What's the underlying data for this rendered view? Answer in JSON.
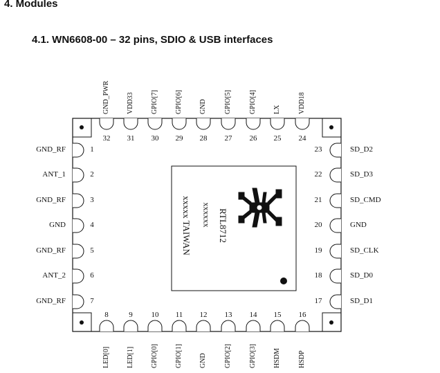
{
  "headings": {
    "section": "4.  Modules",
    "subsection": "4.1.  WN6608-00 – 32 pins, SDIO & USB interfaces"
  },
  "top_pins": [
    {
      "num": "32",
      "name": "GND_PWR"
    },
    {
      "num": "31",
      "name": "VDD33"
    },
    {
      "num": "30",
      "name": "GPIO[7]"
    },
    {
      "num": "29",
      "name": "GPIO[6]"
    },
    {
      "num": "28",
      "name": "GND"
    },
    {
      "num": "27",
      "name": "GPIO[5]"
    },
    {
      "num": "26",
      "name": "GPIO[4]"
    },
    {
      "num": "25",
      "name": "LX"
    },
    {
      "num": "24",
      "name": "VDD18"
    }
  ],
  "left_pins": [
    {
      "num": "1",
      "name": "GND_RF"
    },
    {
      "num": "2",
      "name": "ANT_1"
    },
    {
      "num": "3",
      "name": "GND_RF"
    },
    {
      "num": "4",
      "name": "GND"
    },
    {
      "num": "5",
      "name": "GND_RF"
    },
    {
      "num": "6",
      "name": "ANT_2"
    },
    {
      "num": "7",
      "name": "GND_RF"
    }
  ],
  "right_pins": [
    {
      "num": "23",
      "name": "SD_D2"
    },
    {
      "num": "22",
      "name": "SD_D3"
    },
    {
      "num": "21",
      "name": "SD_CMD"
    },
    {
      "num": "20",
      "name": "GND"
    },
    {
      "num": "19",
      "name": "SD_CLK"
    },
    {
      "num": "18",
      "name": "SD_D0"
    },
    {
      "num": "17",
      "name": "SD_D1"
    }
  ],
  "bottom_pins": [
    {
      "num": "8",
      "name": "LED[0]"
    },
    {
      "num": "9",
      "name": "LED[1]"
    },
    {
      "num": "10",
      "name": "GPIO[0]"
    },
    {
      "num": "11",
      "name": "GPIO[1]"
    },
    {
      "num": "12",
      "name": "GND"
    },
    {
      "num": "13",
      "name": "GPIO[2]"
    },
    {
      "num": "14",
      "name": "GPIO[3]"
    },
    {
      "num": "15",
      "name": "HSDM"
    },
    {
      "num": "16",
      "name": "HSDP"
    }
  ],
  "chip": {
    "line1": "RTL8712",
    "line2": "xxxxxx",
    "line3": "xxxxx TAIWAN",
    "logo": "realtek-crab-logo"
  }
}
